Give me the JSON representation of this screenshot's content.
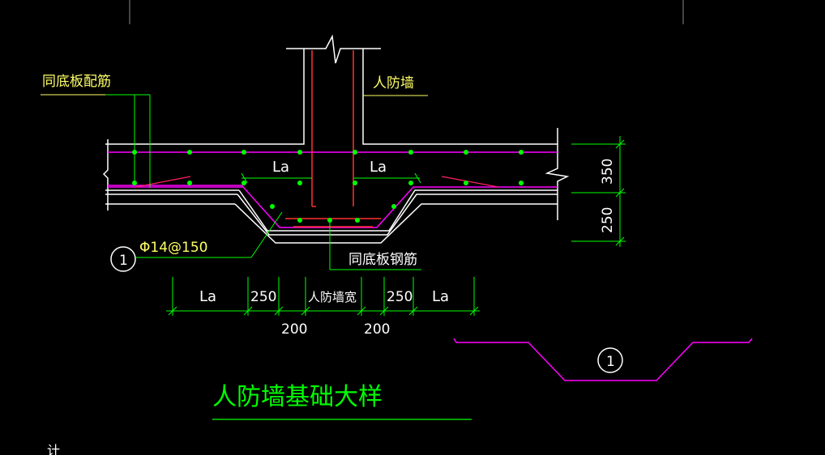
{
  "labels": {
    "slab_rebar_same": "同底板配筋",
    "civil_defense_wall": "人防墙",
    "anchor_left": "La",
    "anchor_right": "La",
    "bar_spec": "Φ14@150",
    "section_marker": "1",
    "slab_steel_same": "同底板钢筋",
    "thickness_top": "350",
    "thickness_bottom": "250",
    "dim_la_left": "La",
    "dim_250_left": "250",
    "dim_wall_width": "人防墙宽",
    "dim_250_right": "250",
    "dim_la_right": "La",
    "dim_200_left": "200",
    "dim_200_right": "200",
    "section_marker_2": "1",
    "title": "人防墙基础大样",
    "corner_text": "计"
  },
  "colors": {
    "background": "#000000",
    "outline": "#ffffff",
    "rebar": "#ff00ff",
    "wall_rebar": "#ff3030",
    "leader": "#00ff00",
    "label": "#ffff66",
    "dim_text": "#ffffff",
    "title": "#00ff00"
  }
}
